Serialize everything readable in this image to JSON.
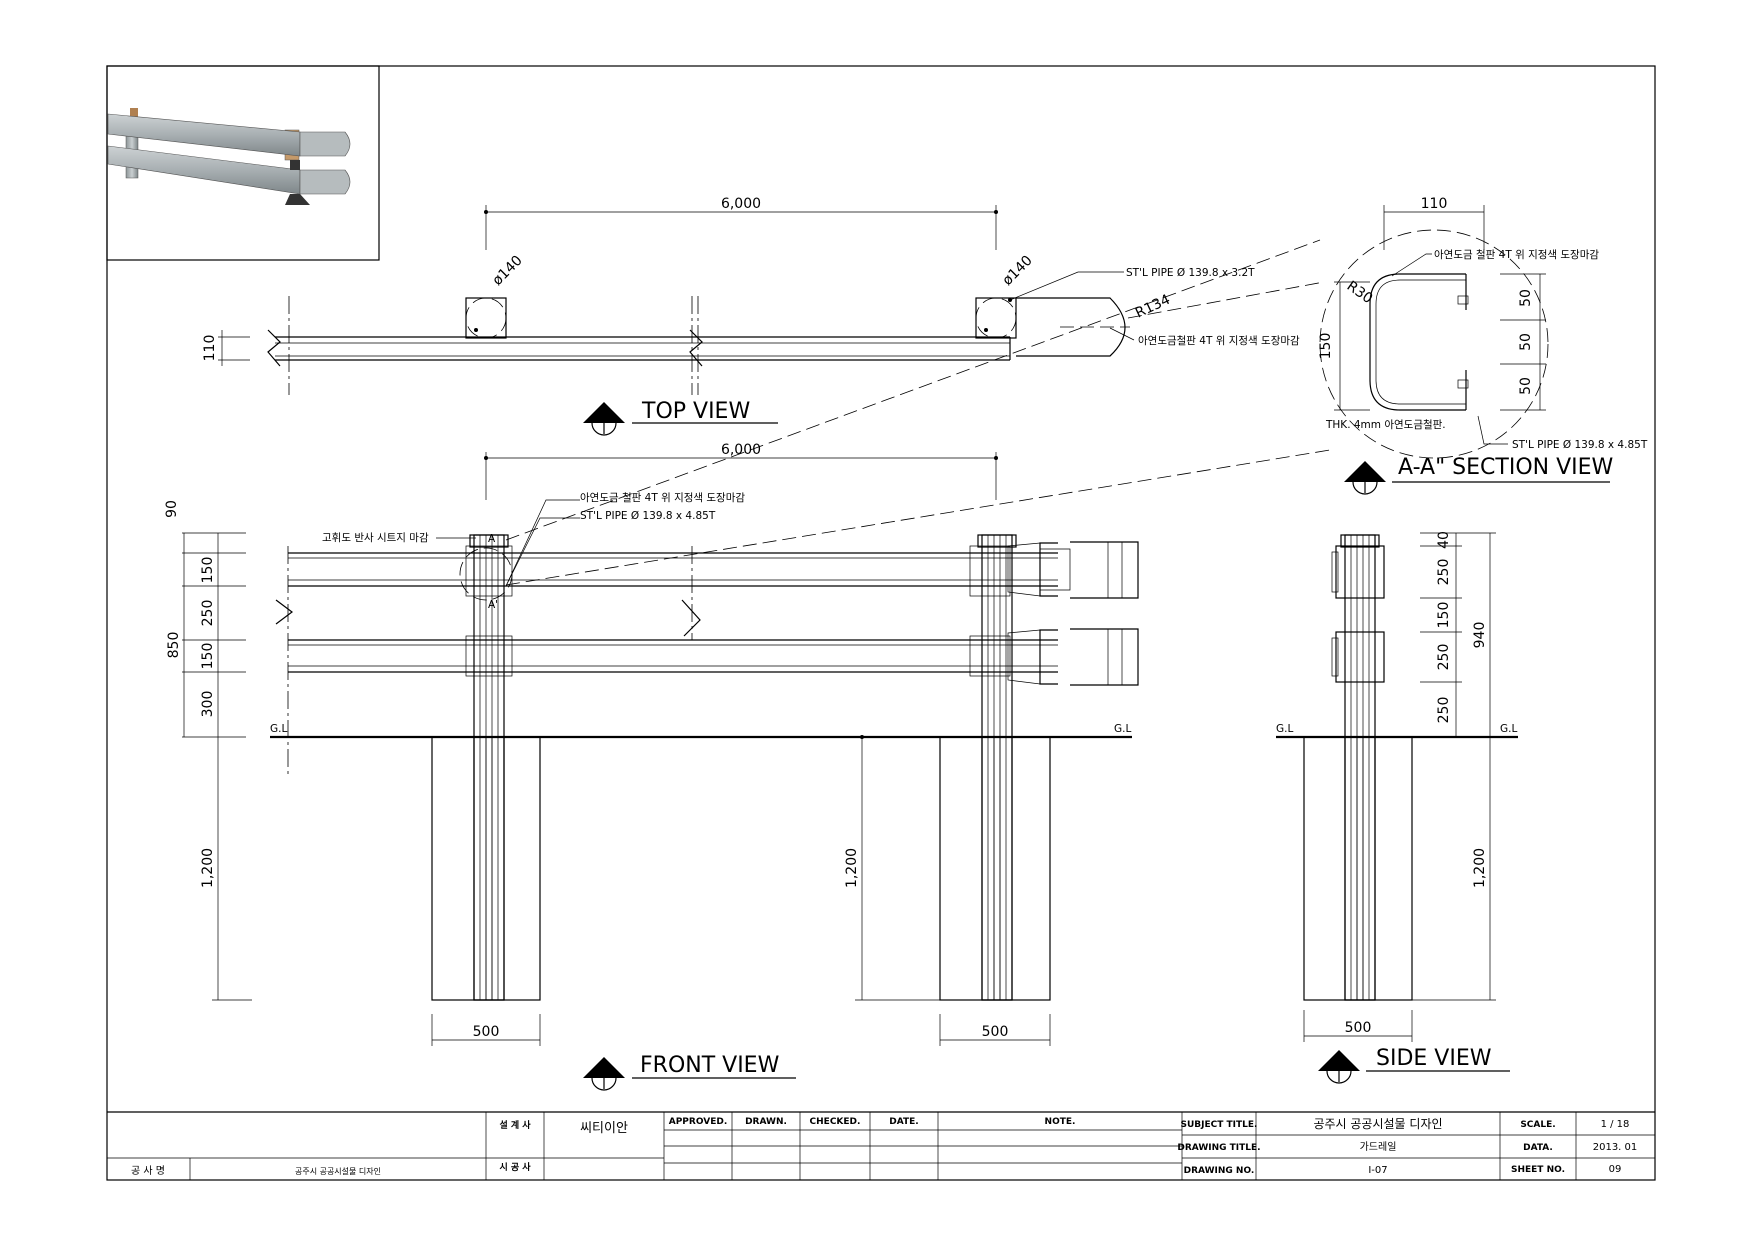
{
  "views": {
    "top": {
      "title": "TOP VIEW"
    },
    "front": {
      "title": "FRONT VIEW"
    },
    "side": {
      "title": "SIDE VIEW"
    },
    "section": {
      "title": "A-A\" SECTION VIEW"
    }
  },
  "dims": {
    "top_span": "6,000",
    "top_pipe_dia_1": "ø140",
    "top_pipe_dia_2": "ø140",
    "top_radius": "R134",
    "top_height": "110",
    "front_span": "6,000",
    "front_h_90": "90",
    "front_h_150a": "150",
    "front_h_250": "250",
    "front_h_150b": "150",
    "front_h_300": "300",
    "front_total_850": "850",
    "front_embed_1200": "1,200",
    "front_mid_1200": "1,200",
    "front_found_500a": "500",
    "front_found_500b": "500",
    "gl_1": "G.L",
    "gl_2": "G.L",
    "gl_3": "G.L",
    "gl_4": "G.L",
    "side_40": "40",
    "side_250a": "250",
    "side_150": "150",
    "side_250b": "250",
    "side_250c": "250",
    "side_total_940": "940",
    "side_embed_1200": "1,200",
    "side_found_500": "500",
    "sec_110": "110",
    "sec_r30": "R30",
    "sec_150": "150",
    "sec_50a": "50",
    "sec_50b": "50",
    "sec_50c": "50",
    "sec_marker_a1": "A",
    "sec_marker_a2": "A'"
  },
  "notes": {
    "top_pipe_spec": "ST'L PIPE Ø 139.8 x 3.2T",
    "top_plate": "아연도금철판 4T 위 지정색 도장마감",
    "sec_plate_top": "아연도금 철판 4T 위 지정색 도장마감",
    "sec_thk": "THK. 4mm 아연도금철판.",
    "sec_pipe_spec": "ST'L PIPE Ø 139.8 x 4.85T",
    "front_plate": "아연도금 철판 4T 위 지정색 도장마감",
    "front_pipe_spec": "ST'L PIPE Ø 139.8 x 4.85T",
    "front_reflect": "고휘도 반사 시트지 마감"
  },
  "title_block": {
    "project_label": "공 사 명",
    "project_value": "공주시 공공시설물 디자인",
    "designer_label": "설 계 사",
    "designer_value": "씨티이안",
    "builder_label": "시 공 사",
    "builder_value": "",
    "approved": "APPROVED.",
    "drawn": "DRAWN.",
    "checked": "CHECKED.",
    "date": "DATE.",
    "note": "NOTE.",
    "subject_label": "SUBJECT TITLE.",
    "subject_value": "공주시 공공시설물 디자인",
    "drawing_title_label": "DRAWING TITLE.",
    "drawing_title_value": "가드레일",
    "drawing_no_label": "DRAWING NO.",
    "drawing_no_value": "I-07",
    "scale_label": "SCALE.",
    "scale_value": "1 / 18",
    "data_label": "DATA.",
    "data_value": "2013. 01",
    "sheet_label": "SHEET NO.",
    "sheet_value": "09"
  }
}
